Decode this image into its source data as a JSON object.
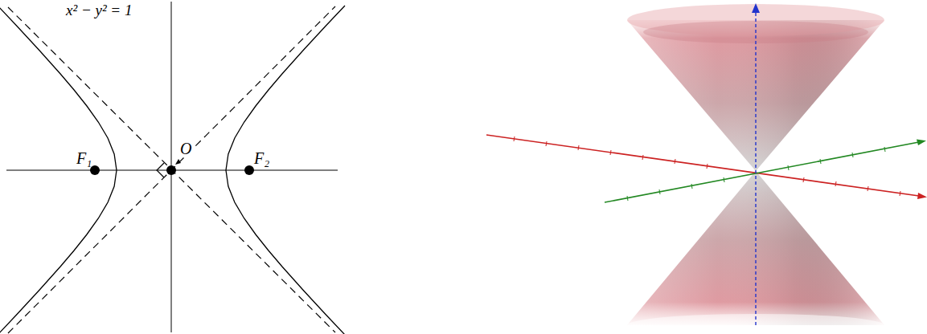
{
  "diagram": {
    "labels": [
      "x² − y² = 1",
      "F₁",
      "F₂",
      "O"
    ]
  }
}
